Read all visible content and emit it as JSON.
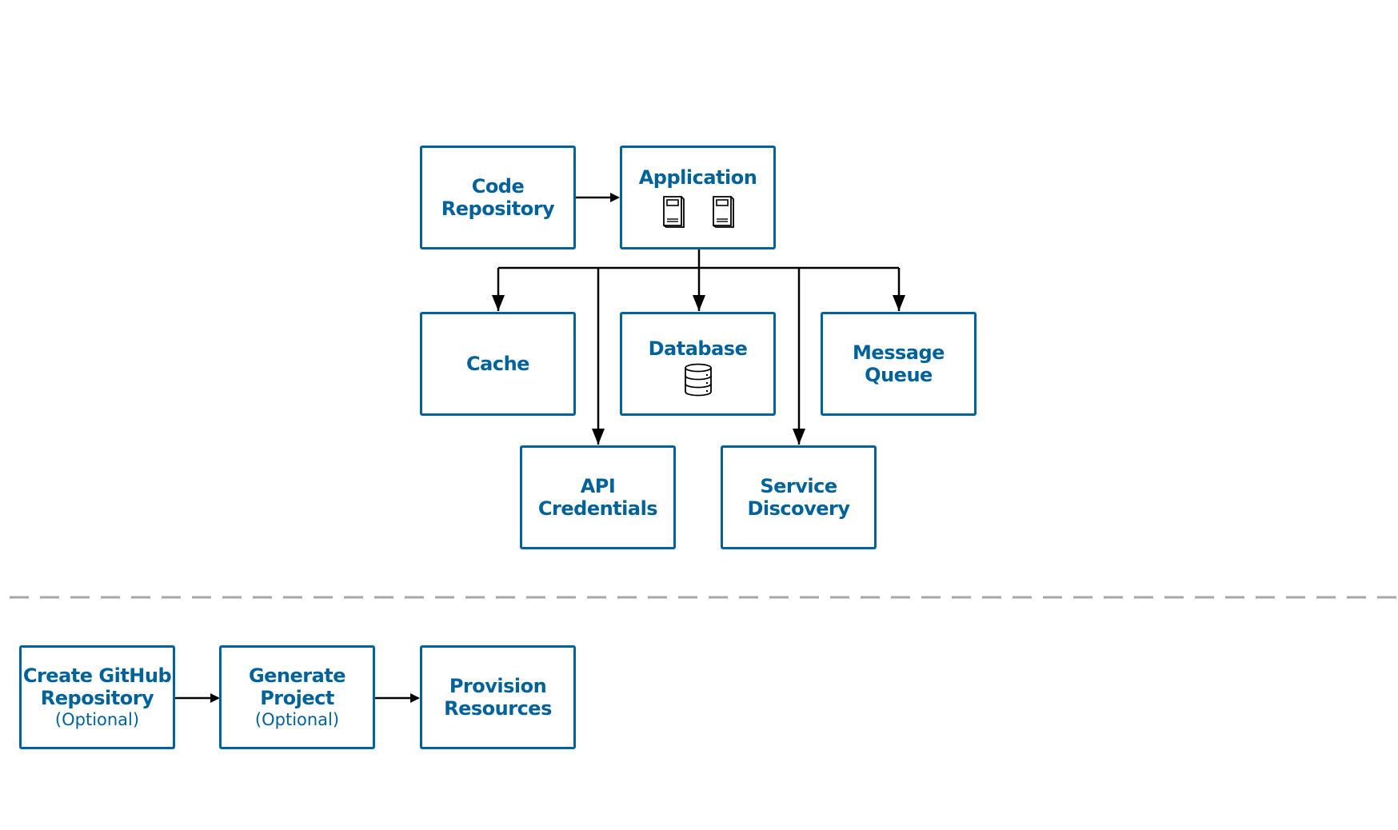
{
  "colors": {
    "box_border": "#00629b",
    "text": "#00629b",
    "arrow": "#000000",
    "divider": "#a6a6a6"
  },
  "top": {
    "code_repository": {
      "label": "Code\nRepository"
    },
    "application": {
      "label": "Application",
      "icons": [
        "server-icon",
        "server-icon"
      ]
    },
    "cache": {
      "label": "Cache"
    },
    "database": {
      "label": "Database",
      "icon": "database-icon"
    },
    "message_queue": {
      "label": "Message\nQueue"
    },
    "api_credentials": {
      "label": "API\nCredentials"
    },
    "service_discovery": {
      "label": "Service\nDiscovery"
    }
  },
  "bottom": {
    "create_github_repository": {
      "label": "Create GitHub\nRepository",
      "note": "(Optional)"
    },
    "generate_project": {
      "label": "Generate\nProject",
      "note": "(Optional)"
    },
    "provision_resources": {
      "label": "Provision\nResources"
    }
  }
}
